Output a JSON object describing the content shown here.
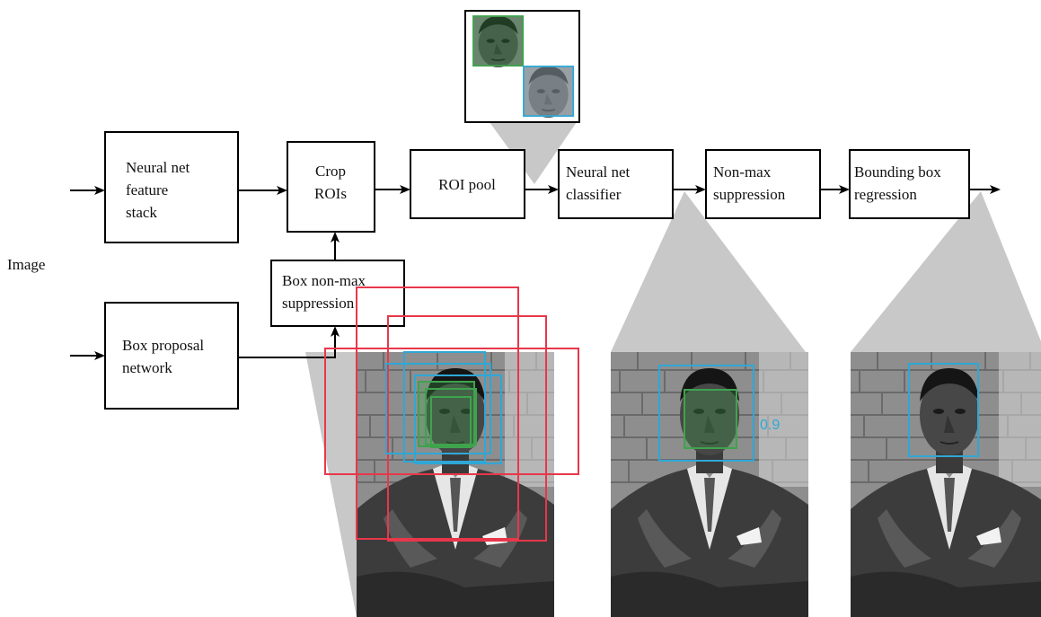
{
  "input_label": "Image",
  "nodes": {
    "feature_stack": [
      "Neural net",
      "feature",
      "stack"
    ],
    "crop_rois": [
      "Crop",
      "ROIs"
    ],
    "roi_pool": [
      "ROI pool"
    ],
    "nn_classifier": [
      "Neural net",
      "classifier"
    ],
    "non_max": [
      "Non-max",
      "suppression"
    ],
    "bbox_regression": [
      "Bounding box",
      "regression"
    ],
    "box_nms": [
      "Box non-max",
      "suppression"
    ],
    "proposal_network": [
      "Box proposal",
      "network"
    ]
  },
  "score_label": "0.9",
  "colors": {
    "proposal_box": "#e8374a",
    "candidate_box": "#2fa7d6",
    "face_box": "#3fa34d",
    "zoom_wedge": "#c8c8c8"
  },
  "icons": [
    "portrait-photo",
    "face-crop-thumbnail"
  ]
}
